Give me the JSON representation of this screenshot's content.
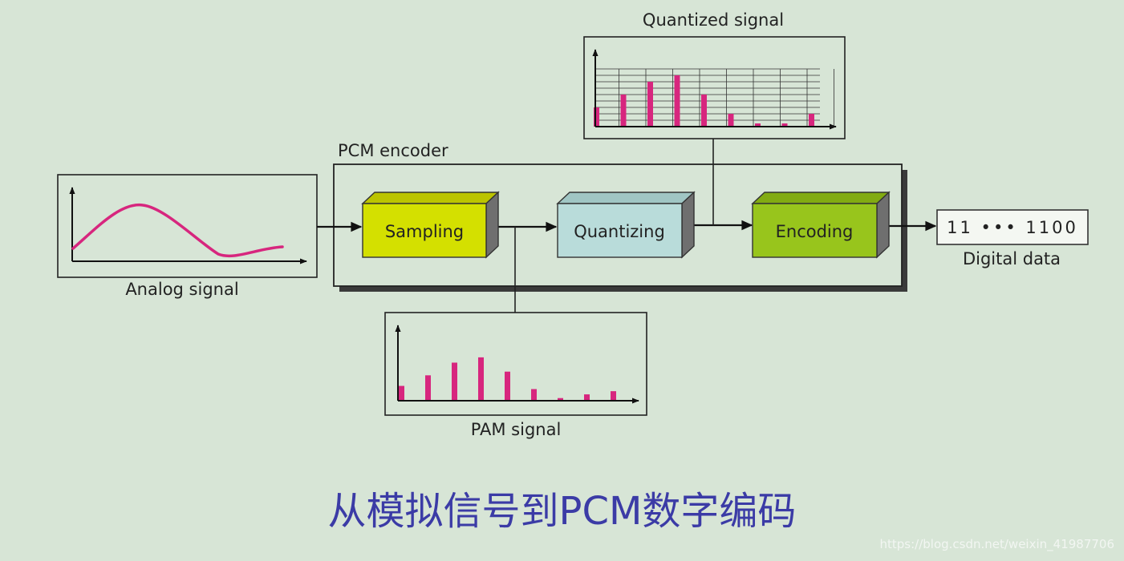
{
  "diagram": {
    "quantized_title": "Quantized signal",
    "encoder_title": "PCM encoder",
    "analog_label": "Analog signal",
    "pam_label": "PAM signal",
    "digital_label": "Digital data",
    "digital_value": "11 ••• 1100",
    "blocks": {
      "sampling": "Sampling",
      "quantizing": "Quantizing",
      "encoding": "Encoding"
    },
    "colors": {
      "sampling": "#d4e000",
      "quantizing": "#b9dcda",
      "encoding": "#98c51c",
      "signal": "#d7267e",
      "background": "#d7e5d6"
    },
    "pam_samples": [
      0.28,
      0.48,
      0.72,
      0.82,
      0.55,
      0.22,
      0.05,
      0.12,
      0.18
    ],
    "quantized_levels": [
      3,
      5,
      7,
      8,
      5,
      2,
      1,
      1,
      2
    ]
  },
  "caption": "从模拟信号到PCM数字编码",
  "watermark": "https://blog.csdn.net/weixin_41987706"
}
